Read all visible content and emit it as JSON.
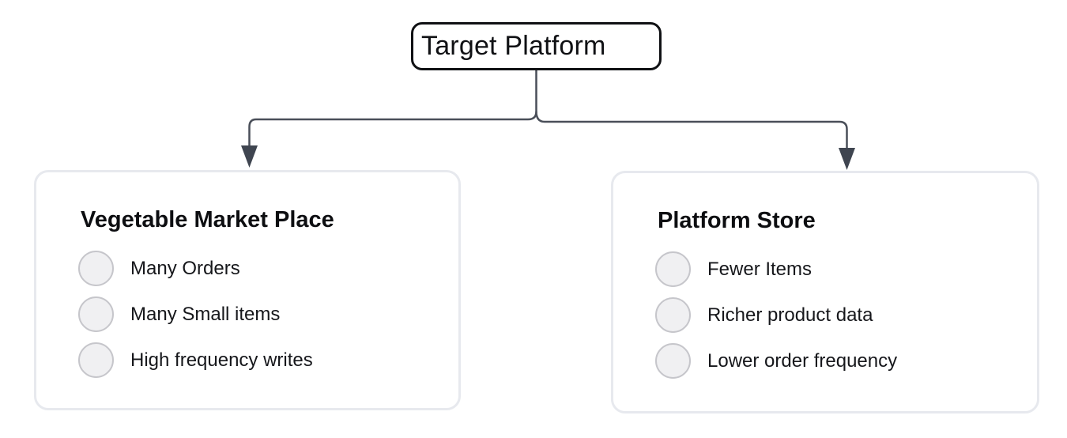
{
  "diagram": {
    "root": {
      "label": "Target Platform"
    },
    "branches": [
      {
        "title": "Vegetable Market Place",
        "items": [
          "Many Orders",
          "Many Small items",
          "High frequency writes"
        ]
      },
      {
        "title": "Platform Store",
        "items": [
          "Fewer Items",
          "Richer product data",
          "Lower order frequency"
        ]
      }
    ]
  },
  "colors": {
    "background": "#ffffff",
    "root_node_border": "#101114",
    "connector_line": "#4a4f59",
    "arrowhead": "#3f4550",
    "card_border": "#e7e9ee",
    "bullet_fill": "#f0f0f2",
    "bullet_border": "#c6c6cb",
    "heading_text": "#0d0e11",
    "item_text": "#16171b"
  }
}
